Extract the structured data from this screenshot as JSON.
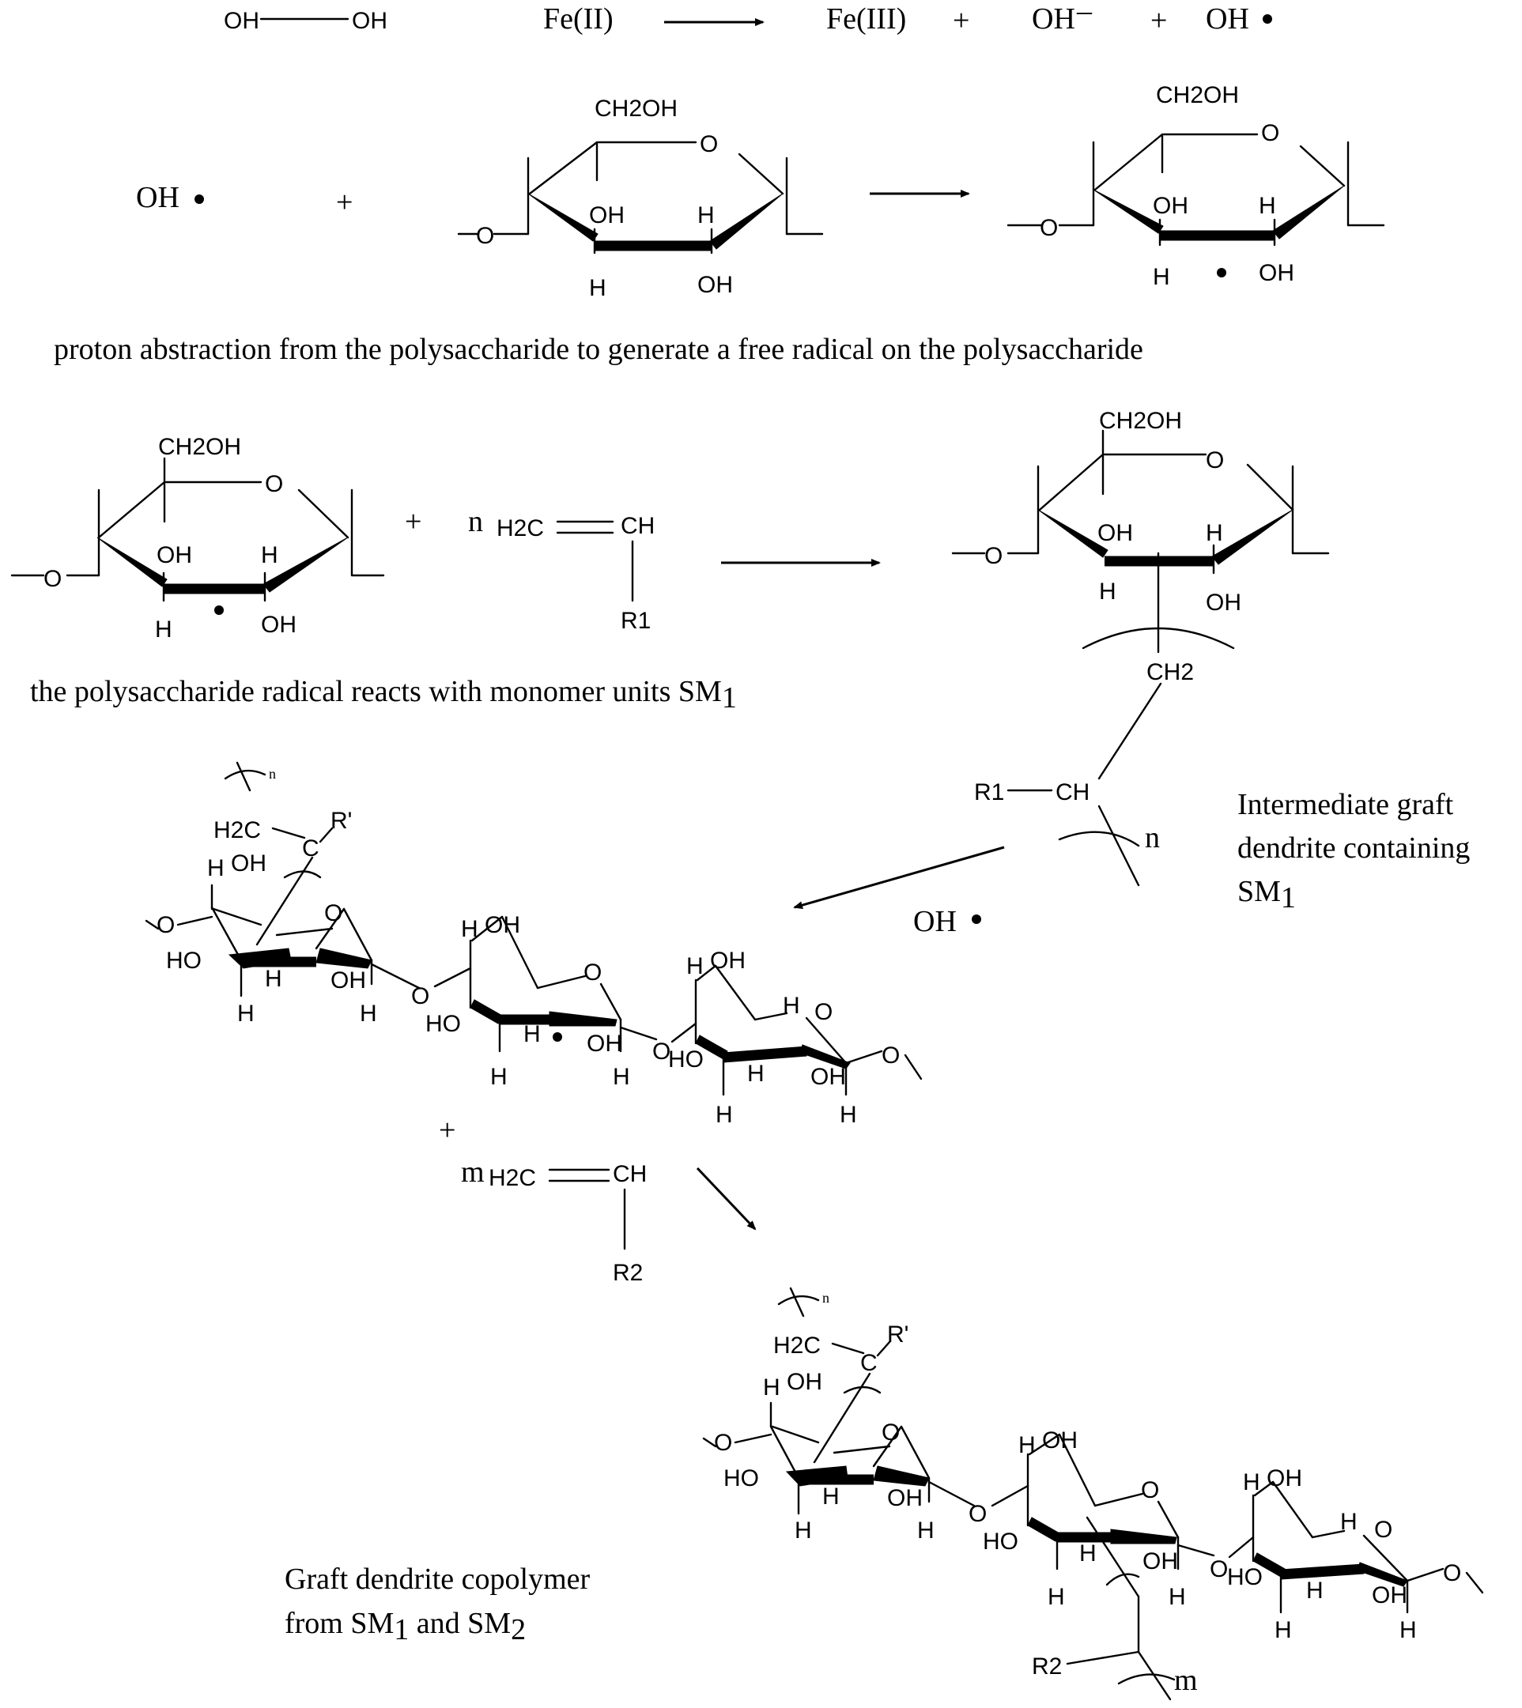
{
  "reaction1": {
    "reactant": "OH",
    "reactant2": "OH",
    "catalyst": "Fe(II)",
    "product1": "Fe(III)",
    "plus": "+",
    "product2": "OH",
    "product2_charge": "–",
    "product3": "OH"
  },
  "reaction2": {
    "radical": "OH",
    "plus": "+",
    "caption": "proton abstraction from the polysaccharide to generate a free radical on the polysaccharide"
  },
  "sugar": {
    "ch2oh": "CH2OH",
    "ring_o": "O",
    "link_o": "O",
    "oh": "OH",
    "h": "H",
    "ho": "HO"
  },
  "reaction3": {
    "plus": "+",
    "coef_n": "n",
    "monomer_left": "H2C",
    "monomer_right": "CH",
    "substituent": "R1",
    "caption_main": "the polysaccharide radical reacts with monomer units SM",
    "caption_sub": "1"
  },
  "intermediate": {
    "ch2": "CH2",
    "r1": "R1",
    "ch": "CH",
    "repeat": "n",
    "label_line1": "Intermediate graft",
    "label_line2": "dendrite containing",
    "label_line3_main": "SM",
    "label_line3_sub": "1",
    "reagent": "OH"
  },
  "chain1": {
    "repeat": "n",
    "h2c": "H2C",
    "c": "C",
    "rprime": "R'",
    "plus": "+",
    "coef_m": "m",
    "monomer_left": "H2C",
    "monomer_right": "CH",
    "substituent": "R2"
  },
  "final": {
    "repeat_n": "n",
    "repeat_m": "m",
    "r2": "R2",
    "label_line1": "Graft dendrite copolymer",
    "label_line2_a": "from SM",
    "label_line2_b": "1",
    "label_line2_c": " and SM",
    "label_line2_d": "2"
  }
}
